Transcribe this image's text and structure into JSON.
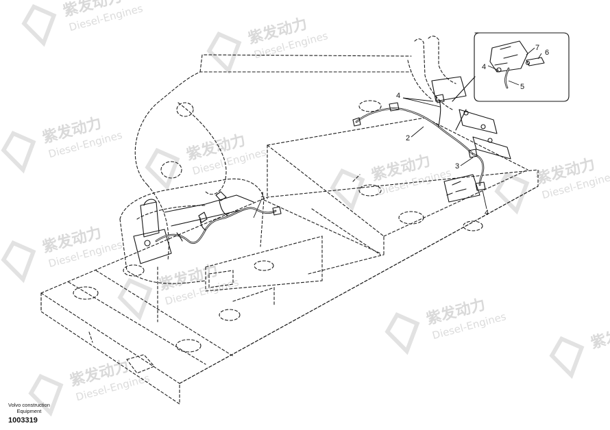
{
  "watermark": {
    "brand": "紫发动力",
    "sub": "Diesel-Engines"
  },
  "callouts": {
    "c1": "1",
    "c2": "2",
    "c3": "3",
    "c4a": "4",
    "c4b": "4",
    "inset4": "4",
    "inset5": "5",
    "inset6": "6",
    "inset7": "7"
  },
  "caption": {
    "company": "Volvo construction",
    "category": "Equipment",
    "part_number": "1003319"
  }
}
